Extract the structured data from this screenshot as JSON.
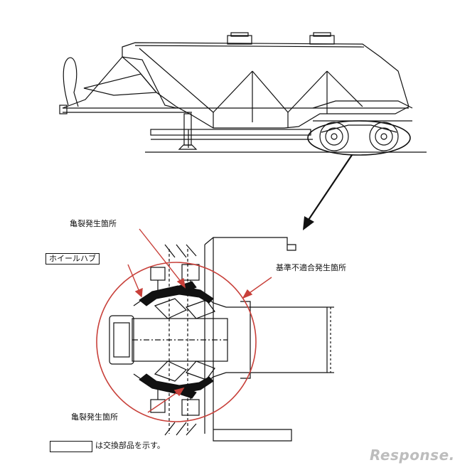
{
  "labels": {
    "crack_top": "亀裂発生箇所",
    "wheel_hub": "ホイールハブ",
    "nonconforming": "基準不適合発生箇所",
    "crack_bottom": "亀裂発生箇所",
    "legend_text": "は交換部品を示す。"
  },
  "watermark": "Response.",
  "colors": {
    "line": "#111111",
    "highlight": "#c8403a",
    "part_fill": "#111111",
    "watermark": "#bdbdbd"
  }
}
